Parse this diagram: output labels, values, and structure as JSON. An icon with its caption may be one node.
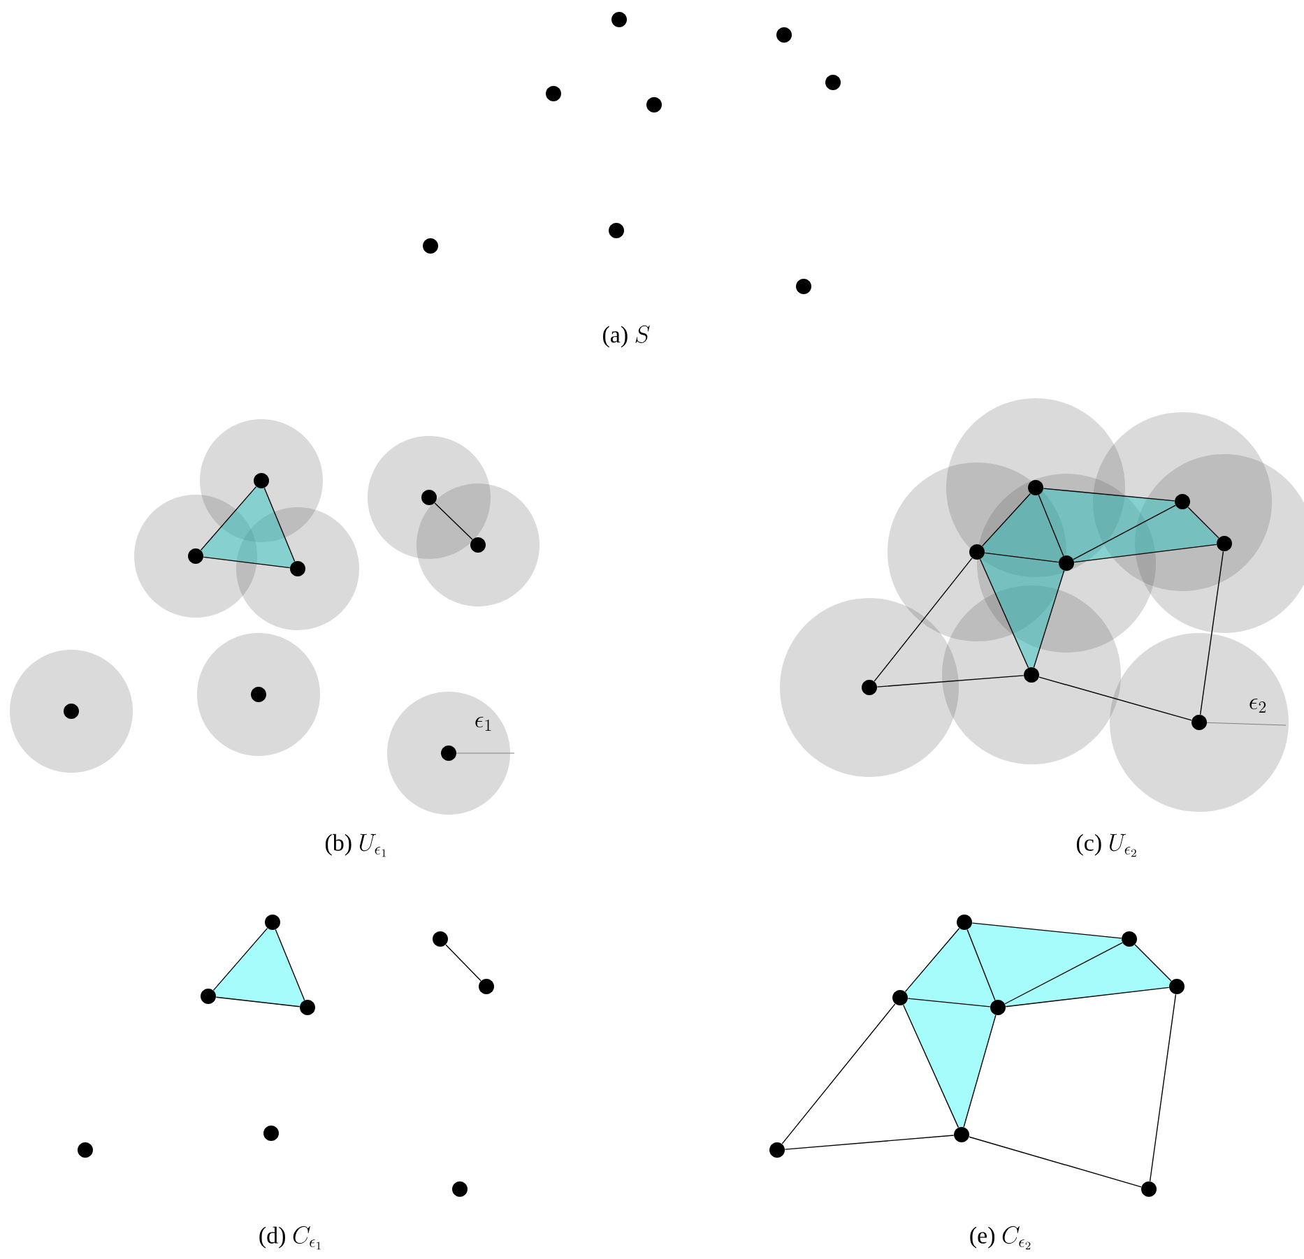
{
  "diagram": {
    "nodes": [
      {
        "text": [],
        "shape": "circle"
      },
      {
        "text": [],
        "shape": "circle"
      },
      {
        "text": [],
        "shape": "circle"
      },
      {
        "text": [],
        "shape": "circle"
      },
      {
        "text": [],
        "shape": "circle"
      },
      {
        "text": [],
        "shape": "circle"
      },
      {
        "text": [],
        "shape": "circle"
      },
      {
        "text": [],
        "shape": "circle"
      },
      {
        "text": [],
        "shape": "circle"
      },
      {
        "text": [],
        "shape": "circle"
      },
      {
        "text": [],
        "shape": "circle"
      },
      {
        "text": [],
        "shape": "circle"
      },
      {
        "text": [],
        "shape": "circle"
      },
      {
        "text": [],
        "shape": "circle"
      },
      {
        "text": [],
        "shape": "circle"
      },
      {
        "text": [],
        "shape": "circle"
      },
      {
        "text": [],
        "shape": "circle"
      },
      {
        "text": [],
        "shape": "circle"
      },
      {
        "text": [],
        "shape": "circle"
      },
      {
        "text": [],
        "shape": "circle"
      },
      {
        "text": [],
        "shape": "circle"
      },
      {
        "text": [],
        "shape": "circle"
      },
      {
        "text": [],
        "shape": "circle"
      },
      {
        "text": [],
        "shape": "circle"
      },
      {
        "text": [],
        "shape": "circle"
      },
      {
        "text": [],
        "shape": "circle"
      },
      {
        "text": [],
        "shape": "circle"
      },
      {
        "text": [],
        "shape": "circle"
      },
      {
        "text": [],
        "shape": "circle"
      },
      {
        "text": [],
        "shape": "circle"
      },
      {
        "text": [],
        "shape": "circle"
      },
      {
        "text": [],
        "shape": "circle"
      },
      {
        "text": [],
        "shape": "circle"
      },
      {
        "text": [],
        "shape": "circle"
      },
      {
        "text": [],
        "shape": "circle"
      },
      {
        "text": [],
        "shape": "circle"
      },
      {
        "text": [],
        "shape": "circle"
      },
      {
        "text": [],
        "shape": "circle"
      },
      {
        "text": [],
        "shape": "circle"
      },
      {
        "text": [],
        "shape": "circle"
      }
    ],
    "edges": [
      {
        "from": 8,
        "to": 9,
        "arrow": "none"
      },
      {
        "from": 8,
        "to": 10,
        "arrow": "none"
      },
      {
        "from": 9,
        "to": 10,
        "arrow": "none"
      },
      {
        "from": 11,
        "to": 12,
        "arrow": "none"
      },
      {
        "from": 16,
        "to": 19,
        "arrow": "none"
      },
      {
        "from": 16,
        "to": 20,
        "arrow": "none"
      },
      {
        "from": 16,
        "to": 17,
        "arrow": "none"
      },
      {
        "from": 17,
        "to": 20,
        "arrow": "none"
      },
      {
        "from": 17,
        "to": 18,
        "arrow": "none"
      },
      {
        "from": 18,
        "to": 20,
        "arrow": "none"
      },
      {
        "from": 19,
        "to": 20,
        "arrow": "none"
      },
      {
        "from": 19,
        "to": 21,
        "arrow": "none"
      },
      {
        "from": 20,
        "to": 21,
        "arrow": "none"
      },
      {
        "from": 19,
        "to": 22,
        "arrow": "none"
      },
      {
        "from": 22,
        "to": 21,
        "arrow": "none"
      },
      {
        "from": 21,
        "to": 23,
        "arrow": "none"
      },
      {
        "from": 23,
        "to": 18,
        "arrow": "none"
      },
      {
        "from": 24,
        "to": 25,
        "arrow": "none"
      },
      {
        "from": 24,
        "to": 26,
        "arrow": "none"
      },
      {
        "from": 25,
        "to": 26,
        "arrow": "none"
      },
      {
        "from": 27,
        "to": 28,
        "arrow": "none"
      },
      {
        "from": 32,
        "to": 35,
        "arrow": "none"
      },
      {
        "from": 32,
        "to": 36,
        "arrow": "none"
      },
      {
        "from": 32,
        "to": 33,
        "arrow": "none"
      },
      {
        "from": 33,
        "to": 36,
        "arrow": "none"
      },
      {
        "from": 33,
        "to": 34,
        "arrow": "none"
      },
      {
        "from": 34,
        "to": 36,
        "arrow": "none"
      },
      {
        "from": 35,
        "to": 36,
        "arrow": "none"
      },
      {
        "from": 35,
        "to": 37,
        "arrow": "none"
      },
      {
        "from": 36,
        "to": 37,
        "arrow": "none"
      },
      {
        "from": 35,
        "to": 38,
        "arrow": "none"
      },
      {
        "from": 38,
        "to": 37,
        "arrow": "none"
      },
      {
        "from": 37,
        "to": 39,
        "arrow": "none"
      },
      {
        "from": 39,
        "to": 34,
        "arrow": "none"
      }
    ],
    "labels": [
      "\\text{(a) }S",
      "\\epsilon_2",
      "\\epsilon_1",
      "\\text{(b) }U_{\\epsilon_1}",
      "\\text{(c) }U_{\\epsilon_2}",
      "\\text{(d) }C_{\\epsilon_1}",
      "\\text{(e) }C_{\\epsilon_2}"
    ]
  }
}
